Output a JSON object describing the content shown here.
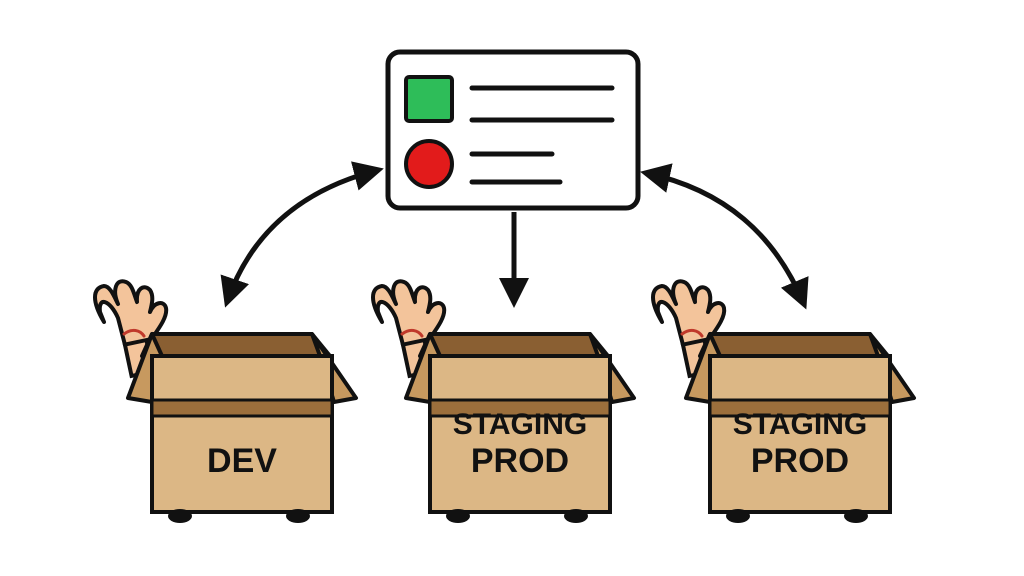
{
  "panel": {
    "items": [
      {
        "status": "success",
        "color": "#2ebd59",
        "icon": "green-square-icon"
      },
      {
        "status": "error",
        "color": "#e21b1b",
        "icon": "red-circle-icon"
      }
    ]
  },
  "boxes": [
    {
      "id": "dev",
      "lines": [
        "DEV"
      ]
    },
    {
      "id": "staging-prod-1",
      "lines": [
        "STAGING",
        "PROD"
      ]
    },
    {
      "id": "staging-prod-2",
      "lines": [
        "STAGING",
        "PROD"
      ]
    }
  ],
  "colors": {
    "outline": "#111111",
    "box_face": "#dcb785",
    "box_band": "#9c6f3c",
    "box_flap": "#c7995f",
    "box_top": "#8a5f32",
    "hand": "#f3c49b",
    "hand_crease": "#c0392b",
    "panel_bg": "#ffffff"
  }
}
